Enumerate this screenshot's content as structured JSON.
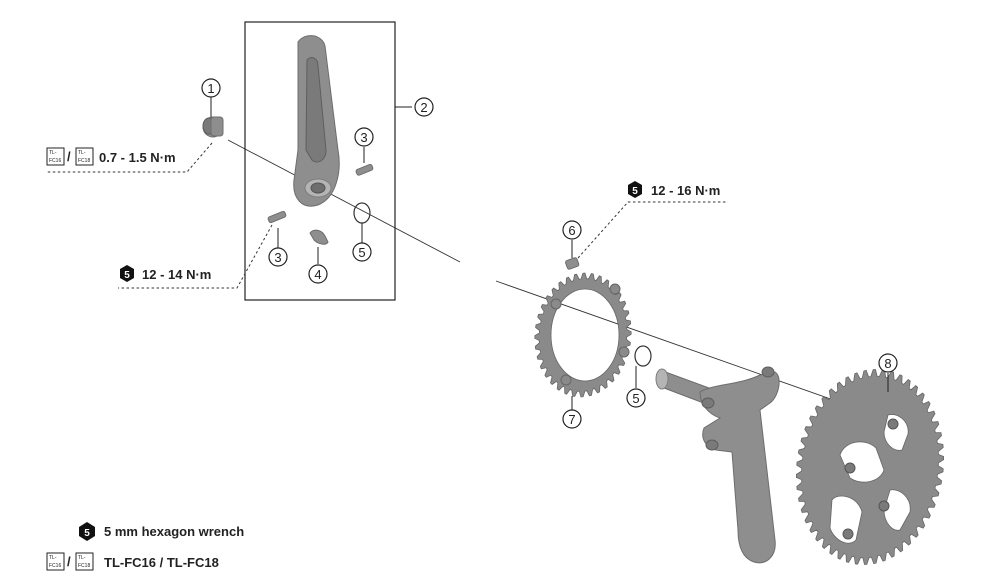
{
  "callouts": [
    {
      "id": "c1",
      "number": "1"
    },
    {
      "id": "c2",
      "number": "2"
    },
    {
      "id": "c3a",
      "number": "3"
    },
    {
      "id": "c3b",
      "number": "3"
    },
    {
      "id": "c4",
      "number": "4"
    },
    {
      "id": "c5a",
      "number": "5"
    },
    {
      "id": "c5b",
      "number": "5"
    },
    {
      "id": "c6",
      "number": "6"
    },
    {
      "id": "c7",
      "number": "7"
    },
    {
      "id": "c8",
      "number": "8"
    }
  ],
  "torque": {
    "crank_cap": {
      "tool_a_line1": "TL-",
      "tool_a_line2": "FC16",
      "sep": "/",
      "tool_b_line1": "TL-",
      "tool_b_line2": "FC18",
      "value": "0.7 - 1.5 N·m"
    },
    "pinch_bolts": {
      "hex_size": "5",
      "value": "12 - 14 N·m"
    },
    "chainring_bolt": {
      "hex_size": "5",
      "value": "12 - 16 N·m"
    }
  },
  "legend": {
    "hex": {
      "symbol": "5",
      "text": "5 mm hexagon wrench"
    },
    "tool": {
      "a_line1": "TL-",
      "a_line2": "FC16",
      "sep": "/",
      "b_line1": "TL-",
      "b_line2": "FC18",
      "text": "TL-FC16 / TL-FC18"
    }
  }
}
